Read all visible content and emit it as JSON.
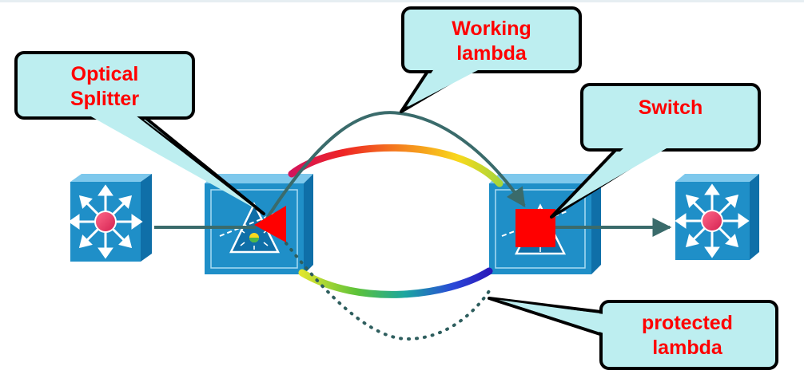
{
  "callouts": {
    "optical_splitter": {
      "line1": "Optical",
      "line2": "Splitter"
    },
    "working_lambda": {
      "line1": "Working",
      "line2": "lambda"
    },
    "switch": {
      "line1": "Switch"
    },
    "protected_lambda": {
      "line1": "protected",
      "line2": "lambda"
    }
  },
  "colors": {
    "callout_fill": "#bdeef0",
    "callout_text": "#ff0000",
    "device_blue": "#1f8fc8",
    "connector": "#3a6b6b",
    "splitter_marker": "#ff0000",
    "switch_marker": "#ff0000"
  },
  "icons": {
    "left_endpoint": "layer3-switch-icon",
    "splitter_device": "optical-splitter-icon",
    "switch_device": "optical-switch-icon",
    "right_endpoint": "layer3-switch-icon"
  }
}
